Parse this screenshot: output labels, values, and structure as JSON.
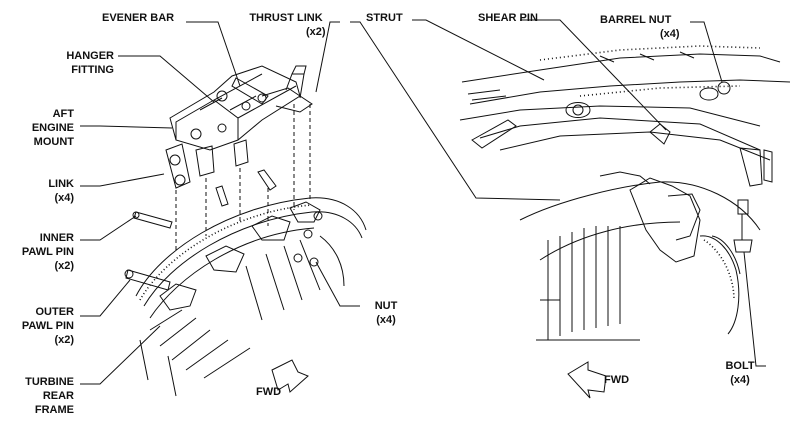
{
  "labels": {
    "evener_bar": "EVENER BAR",
    "thrust_link": "THRUST LINK",
    "thrust_link_qty": "(x2)",
    "hanger_fitting_1": "HANGER",
    "hanger_fitting_2": "FITTING",
    "aft_engine_mount_1": "AFT",
    "aft_engine_mount_2": "ENGINE",
    "aft_engine_mount_3": "MOUNT",
    "link": "LINK",
    "link_qty": "(x4)",
    "inner_pawl_pin_1": "INNER",
    "inner_pawl_pin_2": "PAWL PIN",
    "inner_pawl_pin_qty": "(x2)",
    "outer_pawl_pin_1": "OUTER",
    "outer_pawl_pin_2": "PAWL PIN",
    "outer_pawl_pin_qty": "(x2)",
    "turbine_rear_frame_1": "TURBINE",
    "turbine_rear_frame_2": "REAR",
    "turbine_rear_frame_3": "FRAME",
    "fwd_left": "FWD",
    "nut": "NUT",
    "nut_qty": "(x4)",
    "strut": "STRUT",
    "shear_pin": "SHEAR PIN",
    "barrel_nut": "BARREL NUT",
    "barrel_nut_qty": "(x4)",
    "fwd_right": "FWD",
    "bolt": "BOLT",
    "bolt_qty": "(x4)"
  },
  "colors": {
    "ink": "#111111",
    "paper": "#ffffff"
  }
}
